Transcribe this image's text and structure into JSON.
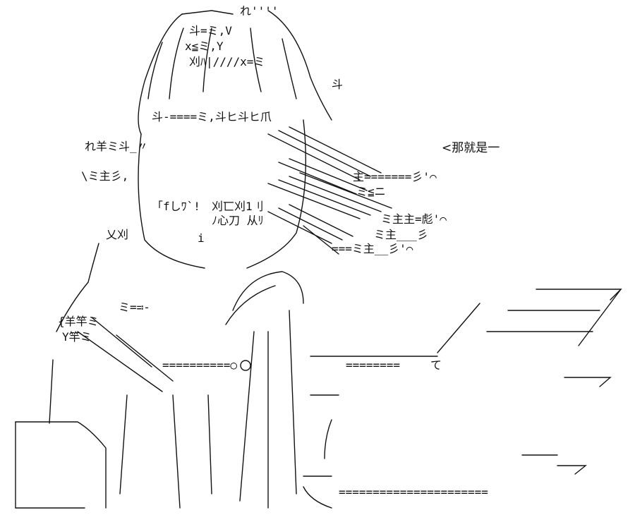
{
  "speech_text": "<那就是一",
  "face": {
    "eye_left": "「fしﾜ`!",
    "eye_right": "刈匸刈1刂",
    "mouth": "ﾉ心刀 从ﾘ",
    "nose": "i",
    "top_line_1": "斗=ミ,V",
    "top_line_2": "x≦ミ,Y",
    "top_line_3": "刈ﾊ|////x=ミ",
    "top_line_4": "斗-====ミ,斗ヒ斗ヒ爪",
    "side_kanji_1": "れ羊ミ斗_〃",
    "side_kanji_2": "\\ミ主彡,",
    "side_kanji_3": "乂刈",
    "body_kanji_1": "{羊竿ミ",
    "body_kanji_2": "Y竿ミ",
    "body_line": "ミ=≕-",
    "head_tag": "れ''''",
    "head_right": "斗"
  },
  "speed_lines": {
    "row_1": "主=======彡'⌒",
    "row_2": "ミ≦ニ",
    "row_3": "ミ主主=彪'⌒",
    "row_4": "ミ主___彡",
    "row_5": "===ミ主__彡'⌒",
    "wing_1": "========",
    "wing_label": "て",
    "wing_2": "======================",
    "circle_line": "==========○"
  }
}
